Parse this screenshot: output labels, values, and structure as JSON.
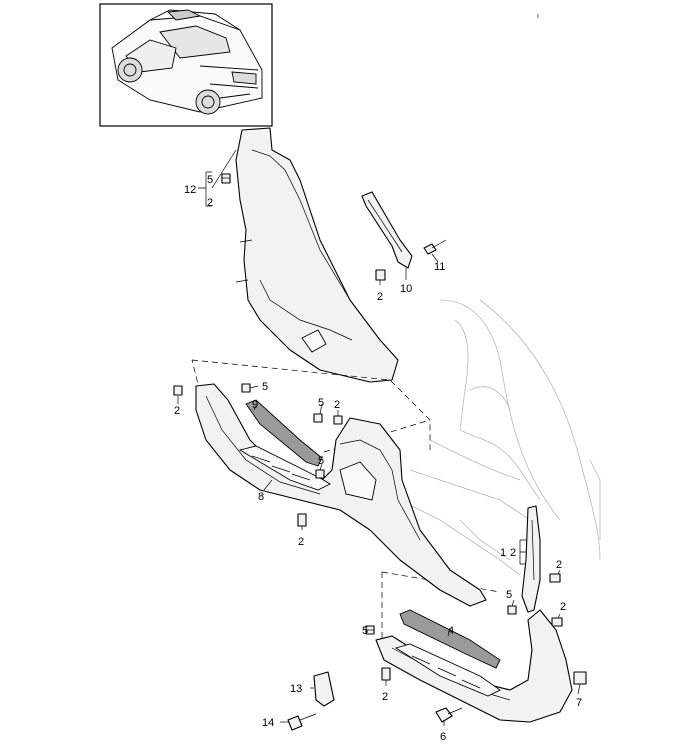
{
  "labels": {
    "l12": "12",
    "l12_5": "5",
    "l12_2": "2",
    "l10": "10",
    "l11": "11",
    "l2_a": "2",
    "l2_b": "2",
    "l5_a": "5",
    "l9": "9",
    "l5_b": "5",
    "l2_c": "2",
    "l5_c": "5",
    "l8": "8",
    "l2_d": "2",
    "l1": "1",
    "l1_2": "2",
    "l2_e": "2",
    "l5_d": "5",
    "l2_f": "2",
    "l5_e": "5",
    "l4": "4",
    "l2_g": "2",
    "l13": "13",
    "l14": "14",
    "l6": "6",
    "l7": "7"
  }
}
